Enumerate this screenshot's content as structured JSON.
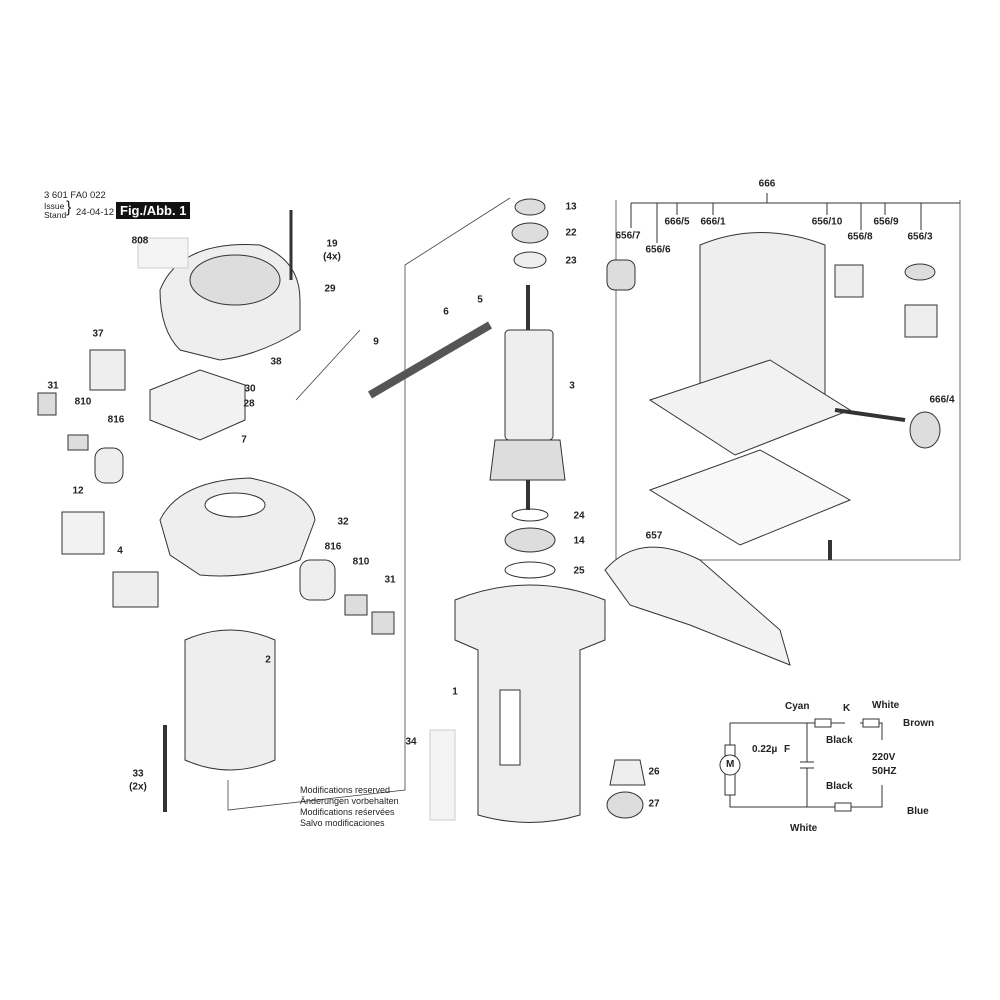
{
  "header": {
    "doc_number": "3 601 FA0 022",
    "issue_label": "Issue",
    "stand_label": "Stand",
    "date": "24-04-12",
    "figure_label": "Fig./Abb. 1"
  },
  "footer_notes": [
    "Modifications reserved",
    "Änderungen vorbehalten",
    "Modifications reśervées",
    "Salvo modificaciones"
  ],
  "parts": {
    "p13": "13",
    "p22": "22",
    "p23": "23",
    "p19": "19",
    "p19q": "(4x)",
    "p808": "808",
    "p29": "29",
    "p9": "9",
    "p6": "6",
    "p5": "5",
    "p3": "3",
    "p37": "37",
    "p38": "38",
    "p30": "30",
    "p31a": "31",
    "p810a": "810",
    "p816a": "816",
    "p28": "28",
    "p7": "7",
    "p12": "12",
    "p32": "32",
    "p4": "4",
    "p816b": "816",
    "p810b": "810",
    "p31b": "31",
    "p24": "24",
    "p14": "14",
    "p25": "25",
    "p2": "2",
    "p1": "1",
    "p34": "34",
    "p33": "33",
    "p33q": "(2x)",
    "p26": "26",
    "p27": "27",
    "p657": "657",
    "p666_4": "666/4",
    "p666": "666",
    "p656_7": "656/7",
    "p656_6": "656/6",
    "p666_5": "666/5",
    "p666_1": "666/1",
    "p656_10": "656/10",
    "p656_8": "656/8",
    "p656_9": "656/9",
    "p656_3": "656/3"
  },
  "wiring": {
    "cyan": "Cyan",
    "switch": "K",
    "white_top": "White",
    "brown": "Brown",
    "black_top": "Black",
    "capacitor": "0.22µ",
    "cap_label": "F",
    "black_bottom": "Black",
    "voltage": "220V",
    "frequency": "50HZ",
    "blue": "Blue",
    "white_bottom": "White",
    "motor": "M"
  }
}
